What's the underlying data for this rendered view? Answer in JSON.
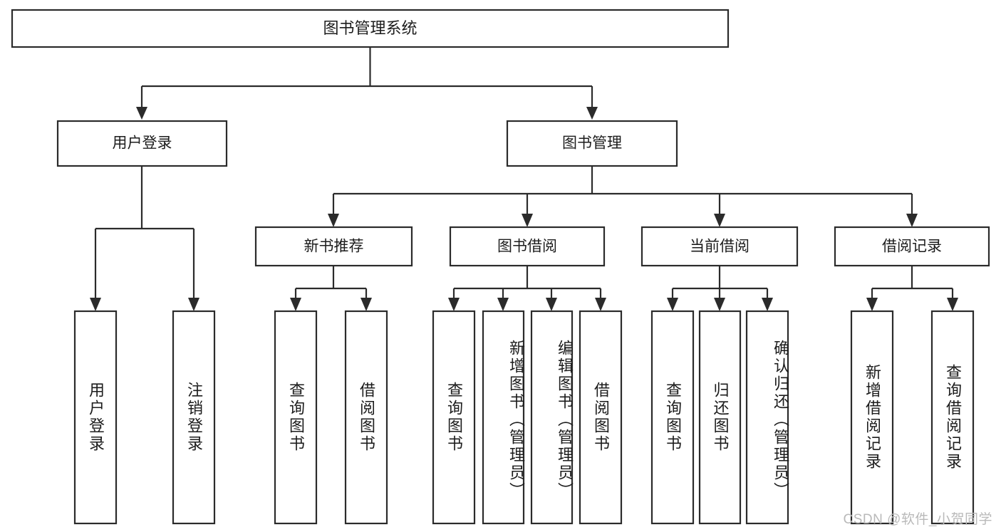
{
  "diagram": {
    "type": "tree",
    "title": "图书管理系统",
    "root": {
      "id": "root",
      "label": "图书管理系统"
    },
    "level2": [
      {
        "id": "user-login",
        "label": "用户登录"
      },
      {
        "id": "book-manage",
        "label": "图书管理"
      }
    ],
    "level3": [
      {
        "id": "new-book-recommend",
        "label": "新书推荐",
        "parent": "book-manage"
      },
      {
        "id": "book-borrow",
        "label": "图书借阅",
        "parent": "book-manage"
      },
      {
        "id": "current-borrow",
        "label": "当前借阅",
        "parent": "book-manage"
      },
      {
        "id": "borrow-record",
        "label": "借阅记录",
        "parent": "book-manage"
      }
    ],
    "leaves": [
      {
        "id": "leaf-user-login",
        "label": "用户登录",
        "parent": "user-login"
      },
      {
        "id": "leaf-logout-login",
        "label": "注销登录",
        "parent": "user-login"
      },
      {
        "id": "leaf-query-book-1",
        "label": "查询图书",
        "parent": "new-book-recommend"
      },
      {
        "id": "leaf-borrow-book-1",
        "label": "借阅图书",
        "parent": "new-book-recommend"
      },
      {
        "id": "leaf-query-book-2",
        "label": "查询图书",
        "parent": "book-borrow"
      },
      {
        "id": "leaf-add-book-admin",
        "label": "新增图书（管理员）",
        "parent": "book-borrow"
      },
      {
        "id": "leaf-edit-book-admin",
        "label": "编辑图书（管理员）",
        "parent": "book-borrow"
      },
      {
        "id": "leaf-borrow-book-2",
        "label": "借阅图书",
        "parent": "book-borrow"
      },
      {
        "id": "leaf-query-book-3",
        "label": "查询图书",
        "parent": "current-borrow"
      },
      {
        "id": "leaf-return-book",
        "label": "归还图书",
        "parent": "current-borrow"
      },
      {
        "id": "leaf-confirm-return-admin",
        "label": "确认归还（管理员）",
        "parent": "current-borrow"
      },
      {
        "id": "leaf-add-borrow-record",
        "label": "新增借阅记录",
        "parent": "borrow-record"
      },
      {
        "id": "leaf-query-borrow-record",
        "label": "查询借阅记录",
        "parent": "borrow-record"
      }
    ]
  },
  "watermark": {
    "text": "CSDN @软件_小贺同学"
  },
  "colors": {
    "box_stroke": "#2b2b2b",
    "box_fill": "#ffffff",
    "text": "#1c1c1c",
    "watermark": "#b9b9b9",
    "background": "#ffffff"
  }
}
